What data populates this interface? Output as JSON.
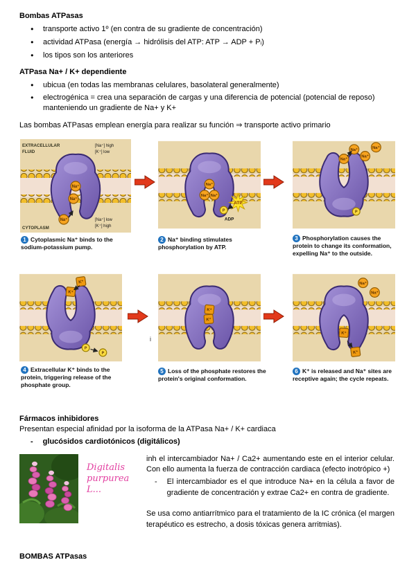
{
  "marks": {
    "bullet": "●",
    "dash": "-"
  },
  "s1": {
    "title": "Bombas ATPasas",
    "bullets": [
      "transporte activo 1º (en contra de su gradiente de concentración)",
      "actividad ATPasa (energía → hidrólisis del ATP: ATP → ADP + Pᵢ)",
      "los tipos son los anteriores"
    ]
  },
  "s2": {
    "title": "ATPasa Na+ / K+ dependiente",
    "bullets": [
      "ubicua (en todas las membranas celulares, basolateral generalmente)",
      "electrogénica = crea una separación de cargas y una diferencia de potencial (potencial de reposo) manteniendo un gradiente de Na+ y K+"
    ]
  },
  "intro": "Las bombas ATPasas emplean energía para realizar su función ⇒ transporte activo primario",
  "diagram": {
    "sym": {
      "na": "Na⁺",
      "k": "K⁺",
      "p": "P",
      "atp": "ATP",
      "adp": "ADP"
    },
    "stray": "i",
    "panels": [
      {
        "number": "1",
        "caption": "Cytoplasmic Na⁺ binds to the sodium-potassium pump.",
        "labels": {
          "extracellular_1": "EXTRACELLULAR",
          "extracellular_2": "FLUID",
          "na_high": "[Na⁺] high",
          "k_low": "[K⁺] low",
          "cytoplasm": "CYTOPLASM",
          "na_low": "[Na⁺] low",
          "k_high": "[K⁺] high"
        }
      },
      {
        "number": "2",
        "caption": "Na⁺ binding stimulates phosphorylation by ATP."
      },
      {
        "number": "3",
        "caption": "Phosphorylation causes the protein to change its conformation, expelling Na⁺ to the outside."
      },
      {
        "number": "4",
        "caption": "Extracellular K⁺ binds to the protein, triggering release of the phosphate group."
      },
      {
        "number": "5",
        "caption": "Loss of the phosphate restores the protein's original conformation."
      },
      {
        "number": "6",
        "caption": "K⁺ is released and Na⁺ sites are receptive again; the cycle repeats."
      }
    ]
  },
  "pharma": {
    "title": "Fármacos inhibidores",
    "intro": "Presentan especial afinidad por la isoforma de la ATPasa Na+ / K+ cardiaca",
    "dash_item": "glucósidos cardiotónicos (digitálicos)",
    "flower_caption": "Digitalis purpurea L...",
    "p1": "inh el intercambiador Na+ / Ca2+ aumentando este en el interior celular. Con ello aumenta la fuerza de contracción cardiaca (efecto inotrópico +)",
    "item": "El intercambiador es el que introduce Na+ en la célula a favor de gradiente de concentración y extrae Ca2+ en contra de gradiente.",
    "p2": "Se usa como antiarrítmico para el tratamiento de la IC crónica (el margen terapéutico es estrecho, a dosis tóxicas genera arritmias)."
  },
  "footer_title": "BOMBAS ATPasas"
}
